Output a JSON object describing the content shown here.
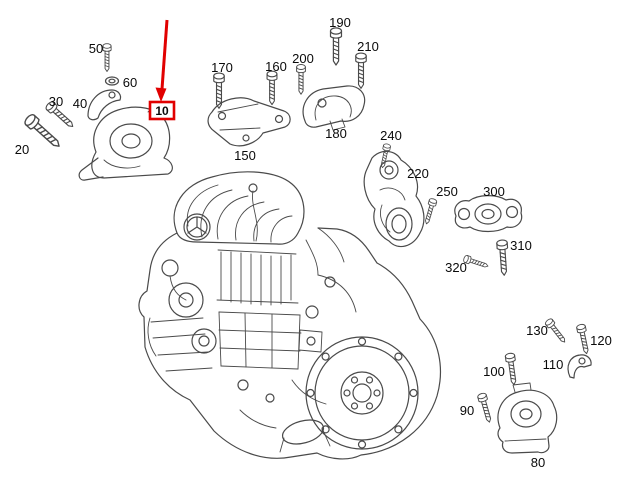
{
  "diagram": {
    "background_color": "#ffffff",
    "line_color": "#4a4a4a",
    "label_color": "#0a0a0a"
  },
  "annotation": {
    "color": "#e10000",
    "highlighted_part": "10"
  },
  "part_labels": {
    "10": "10",
    "20": "20",
    "30": "30",
    "40": "40",
    "50": "50",
    "60": "60",
    "80": "80",
    "90": "90",
    "100": "100",
    "110": "110",
    "120": "120",
    "130": "130",
    "150": "150",
    "160": "160",
    "170": "170",
    "180": "180",
    "190": "190",
    "200": "200",
    "210": "210",
    "220": "220",
    "240": "240",
    "250": "250",
    "300": "300",
    "310": "310",
    "320": "320"
  }
}
